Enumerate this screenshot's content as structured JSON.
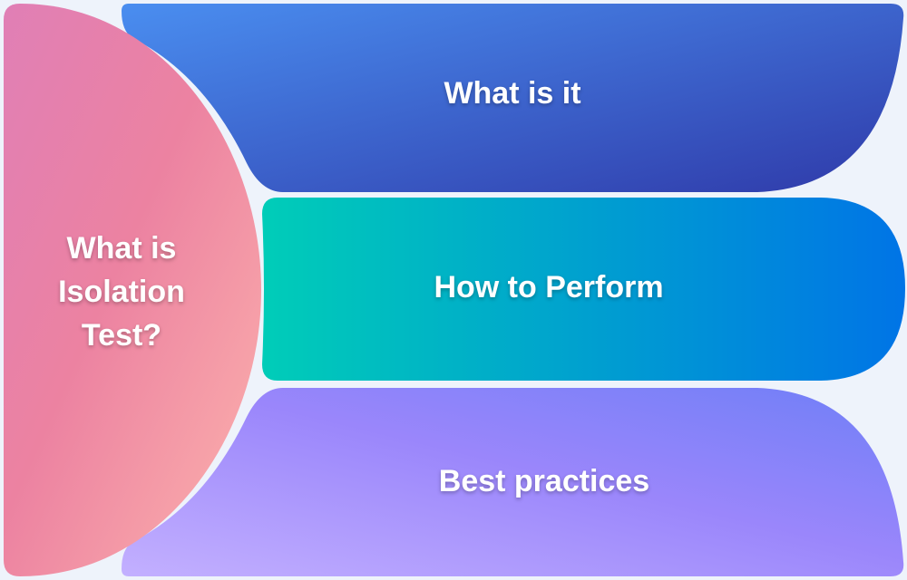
{
  "center": {
    "title_lines": [
      "What is",
      "Isolation",
      "Test?"
    ]
  },
  "sections": [
    {
      "label": "What is it"
    },
    {
      "label": "How to Perform"
    },
    {
      "label": "Best practices"
    }
  ],
  "colors": {
    "background": "#eef3fb",
    "semicircle_start": "#e07fb6",
    "semicircle_mid": "#ec82a1",
    "semicircle_end": "#fdb4ad",
    "top_start": "#4a8ef0",
    "top_end": "#2f3aa9",
    "middle_start": "#00cdb8",
    "middle_end": "#0074e6",
    "bottom_start": "#c3b0ff",
    "bottom_mid": "#9a86fb",
    "bottom_end": "#6f7ff7"
  }
}
